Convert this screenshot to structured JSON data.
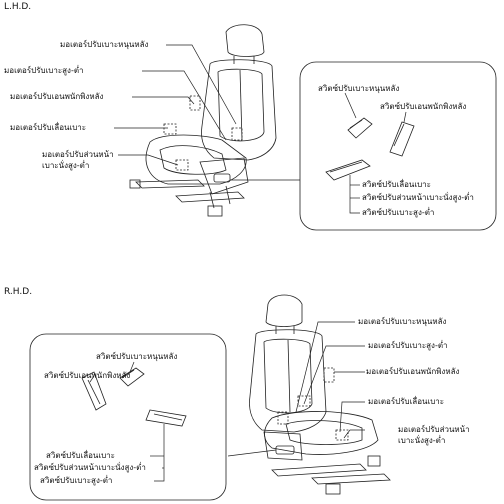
{
  "lhd": {
    "title": "L.H.D.",
    "seat_labels": {
      "recline_motor": "มอเตอร์ปรับเบาะหนุนหลัง",
      "height_motor": "มอเตอร์ปรับเบาะสูง-ต่ำ",
      "lumbar_motor": "มอเตอร์ปรับเอนพนักพิงหลัง",
      "slide_motor": "มอเตอร์ปรับเลื่อนเบาะ",
      "front_height_motor_line1": "มอเตอร์ปรับส่วนหน้า",
      "front_height_motor_line2": "เบาะนั่งสูง-ต่ำ"
    },
    "switch_labels": {
      "recline_switch": "สวิตซ์ปรับเบาะหนุนหลัง",
      "lumbar_switch": "สวิตซ์ปรับเอนพนักพิงหลัง",
      "slide_switch": "สวิตซ์ปรับเลื่อนเบาะ",
      "front_height_switch": "สวิตซ์ปรับส่วนหน้าเบาะนั่งสูง-ต่ำ",
      "height_switch": "สวิตซ์ปรับเบาะสูง-ต่ำ"
    }
  },
  "rhd": {
    "title": "R.H.D.",
    "seat_labels": {
      "recline_motor": "มอเตอร์ปรับเบาะหนุนหลัง",
      "height_motor": "มอเตอร์ปรับเบาะสูง-ต่ำ",
      "lumbar_motor": "มอเตอร์ปรับเอนพนักพิงหลัง",
      "slide_motor": "มอเตอร์ปรับเลื่อนเบาะ",
      "front_height_motor_line1": "มอเตอร์ปรับส่วนหน้า",
      "front_height_motor_line2": "เบาะนั่งสูง-ต่ำ"
    },
    "switch_labels": {
      "recline_switch": "สวิตซ์ปรับเบาะหนุนหลัง",
      "lumbar_switch": "สวิตซ์ปรับเอนพนักพิงหลัง",
      "slide_switch": "สวิตซ์ปรับเลื่อนเบาะ",
      "front_height_switch": "สวิตซ์ปรับส่วนหน้าเบาะนั่งสูง-ต่ำ",
      "height_switch": "สวิตซ์ปรับเบาะสูง-ต่ำ"
    }
  }
}
